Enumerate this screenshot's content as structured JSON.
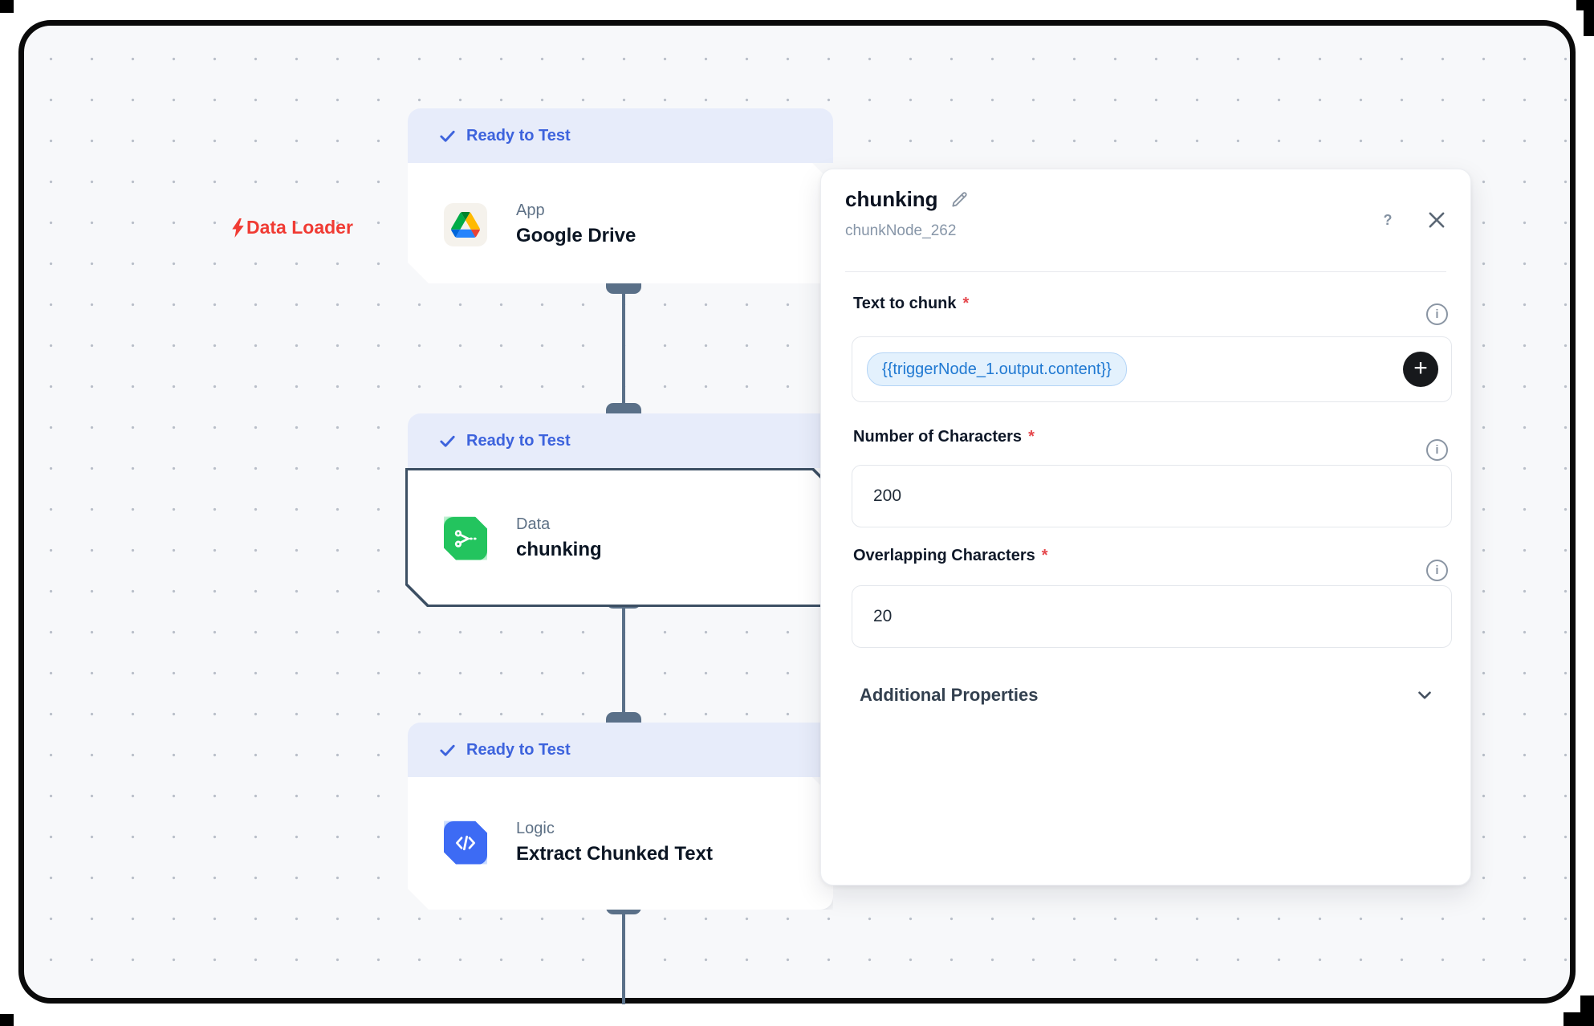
{
  "canvas": {
    "group_label": "Data Loader",
    "nodes": [
      {
        "badge_label": "Ready to Test",
        "category": "App",
        "title": "Google Drive",
        "icon": "google-drive-icon",
        "selected": false
      },
      {
        "badge_label": "Ready to Test",
        "category": "Data",
        "title": "chunking",
        "icon": "scissors-icon",
        "selected": true
      },
      {
        "badge_label": "Ready to Test",
        "category": "Logic",
        "title": "Extract Chunked Text",
        "icon": "code-icon",
        "selected": false
      }
    ]
  },
  "panel": {
    "title": "chunking",
    "subtitle": "chunkNode_262",
    "required_marker": "*",
    "fields": [
      {
        "label": "Text to chunk",
        "required": true,
        "chip": "{{triggerNode_1.output.content}}"
      },
      {
        "label": "Number of Characters",
        "required": true,
        "value": "200"
      },
      {
        "label": "Overlapping Characters",
        "required": true,
        "value": "20"
      }
    ],
    "additional_properties_label": "Additional Properties"
  },
  "icons": {
    "help_glyph": "?",
    "info_glyph": "i",
    "plus_glyph": "+",
    "bolt": "lightning-bolt-icon",
    "check": "checkmark-icon",
    "pencil": "edit-pencil-icon",
    "close": "close-icon",
    "chevron": "chevron-down-icon"
  },
  "colors": {
    "badge_bg": "#e7ecfa",
    "badge_text": "#3d63dd",
    "group_label_red": "#f03b33",
    "connector": "#5a7088",
    "selected_border": "#3c4f63",
    "green_icon": "#23c45e",
    "blue_icon": "#3d6bf4",
    "chip_bg": "#e3f1fd",
    "chip_text": "#2079d2",
    "plus_bg": "#17191c",
    "canvas_bg": "#f7f8fa",
    "required_red": "#e5484d"
  }
}
